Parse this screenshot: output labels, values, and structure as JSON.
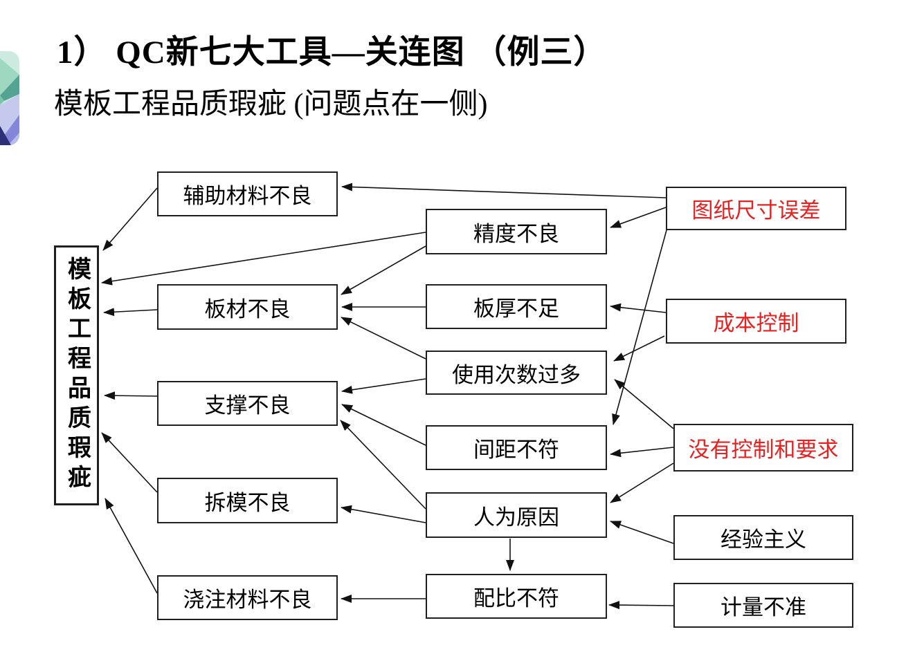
{
  "slide": {
    "title": "1） QC新七大工具—关连图 （例三）",
    "subtitle": "模板工程品质瑕疵 (问题点在一侧)"
  },
  "colors": {
    "background": "#ffffff",
    "box_border": "#1f1f1f",
    "line": "#111111",
    "red_text": "#e82020",
    "black_text": "#000000",
    "decoration_palette": [
      "#cdeae0",
      "#9ed8c0",
      "#55a392",
      "#c6c9ee",
      "#8487d9",
      "#b9bde9",
      "#2e3077"
    ]
  },
  "nodes": {
    "main": {
      "label": "模板工程品质瑕疵",
      "text_color": "black",
      "role": "problem"
    },
    "fuzhu_cailiao": {
      "label": "辅助材料不良",
      "text_color": "black",
      "role": "intermediate-cause"
    },
    "bancai": {
      "label": "板材不良",
      "text_color": "black",
      "role": "intermediate-cause"
    },
    "zhicheng": {
      "label": "支撑不良",
      "text_color": "black",
      "role": "intermediate-cause"
    },
    "chaimo": {
      "label": "拆模不良",
      "text_color": "black",
      "role": "intermediate-cause"
    },
    "jiaozhu_cailiao": {
      "label": "浇注材料不良",
      "text_color": "black",
      "role": "intermediate-cause"
    },
    "jingdu": {
      "label": "精度不良",
      "text_color": "black",
      "role": "intermediate-cause"
    },
    "banhou": {
      "label": "板厚不足",
      "text_color": "black",
      "role": "intermediate-cause"
    },
    "shiyong_cishu": {
      "label": "使用次数过多",
      "text_color": "black",
      "role": "intermediate-cause"
    },
    "jianju": {
      "label": "间距不符",
      "text_color": "black",
      "role": "intermediate-cause"
    },
    "renwei": {
      "label": "人为原因",
      "text_color": "black",
      "role": "intermediate-cause"
    },
    "peibi": {
      "label": "配比不符",
      "text_color": "black",
      "role": "intermediate-cause"
    },
    "tuzhi_chicun": {
      "label": "图纸尺寸误差",
      "text_color": "red",
      "role": "root-cause"
    },
    "chengben": {
      "label": "成本控制",
      "text_color": "red",
      "role": "root-cause"
    },
    "meiyou_kongzhi": {
      "label": "没有控制和要求",
      "text_color": "red",
      "role": "root-cause"
    },
    "jingyan": {
      "label": "经验主义",
      "text_color": "black",
      "role": "root-cause"
    },
    "jiliang": {
      "label": "计量不准",
      "text_color": "black",
      "role": "root-cause"
    }
  },
  "edges": [
    {
      "from": "tuzhi_chicun",
      "to": "fuzhu_cailiao"
    },
    {
      "from": "tuzhi_chicun",
      "to": "jingdu"
    },
    {
      "from": "tuzhi_chicun",
      "to": "jianju"
    },
    {
      "from": "chengben",
      "to": "banhou"
    },
    {
      "from": "chengben",
      "to": "shiyong_cishu"
    },
    {
      "from": "meiyou_kongzhi",
      "to": "shiyong_cishu"
    },
    {
      "from": "meiyou_kongzhi",
      "to": "jianju"
    },
    {
      "from": "meiyou_kongzhi",
      "to": "renwei"
    },
    {
      "from": "jingyan",
      "to": "renwei"
    },
    {
      "from": "jiliang",
      "to": "peibi"
    },
    {
      "from": "jingdu",
      "to": "bancai"
    },
    {
      "from": "jingdu",
      "to": "main"
    },
    {
      "from": "banhou",
      "to": "bancai"
    },
    {
      "from": "shiyong_cishu",
      "to": "bancai"
    },
    {
      "from": "shiyong_cishu",
      "to": "zhicheng"
    },
    {
      "from": "jianju",
      "to": "zhicheng"
    },
    {
      "from": "renwei",
      "to": "zhicheng"
    },
    {
      "from": "renwei",
      "to": "chaimo"
    },
    {
      "from": "renwei",
      "to": "peibi"
    },
    {
      "from": "peibi",
      "to": "jiaozhu_cailiao"
    },
    {
      "from": "fuzhu_cailiao",
      "to": "main"
    },
    {
      "from": "bancai",
      "to": "main"
    },
    {
      "from": "zhicheng",
      "to": "main"
    },
    {
      "from": "chaimo",
      "to": "main"
    },
    {
      "from": "jiaozhu_cailiao",
      "to": "main"
    }
  ]
}
